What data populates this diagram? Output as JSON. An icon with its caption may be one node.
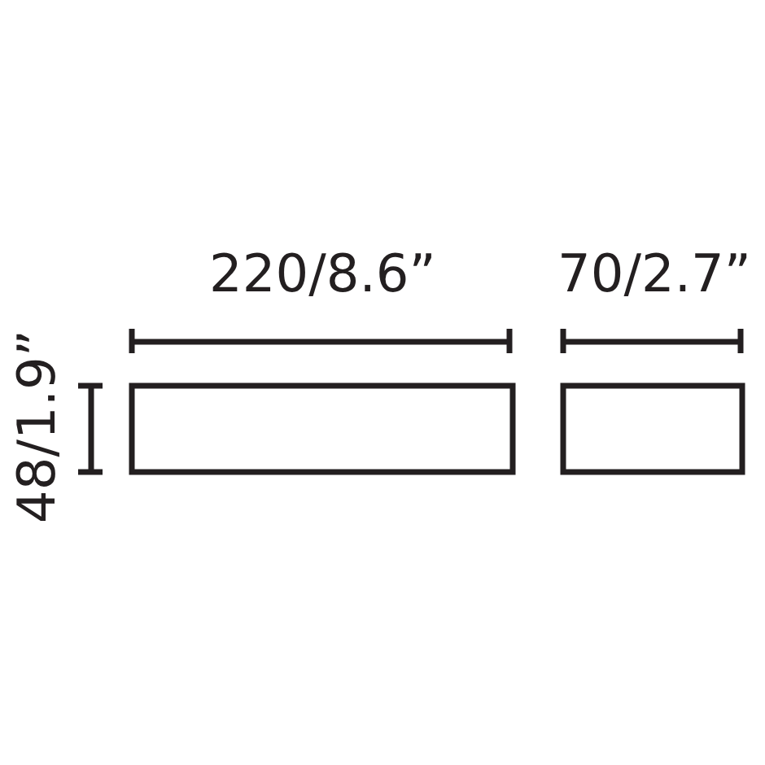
{
  "diagram": {
    "nodes": [
      {
        "text": [],
        "shape": "box"
      },
      {
        "text": [],
        "shape": "box"
      }
    ],
    "labels": [
      "220/8.6”",
      "70/2.7”",
      "48/1.9”"
    ]
  }
}
